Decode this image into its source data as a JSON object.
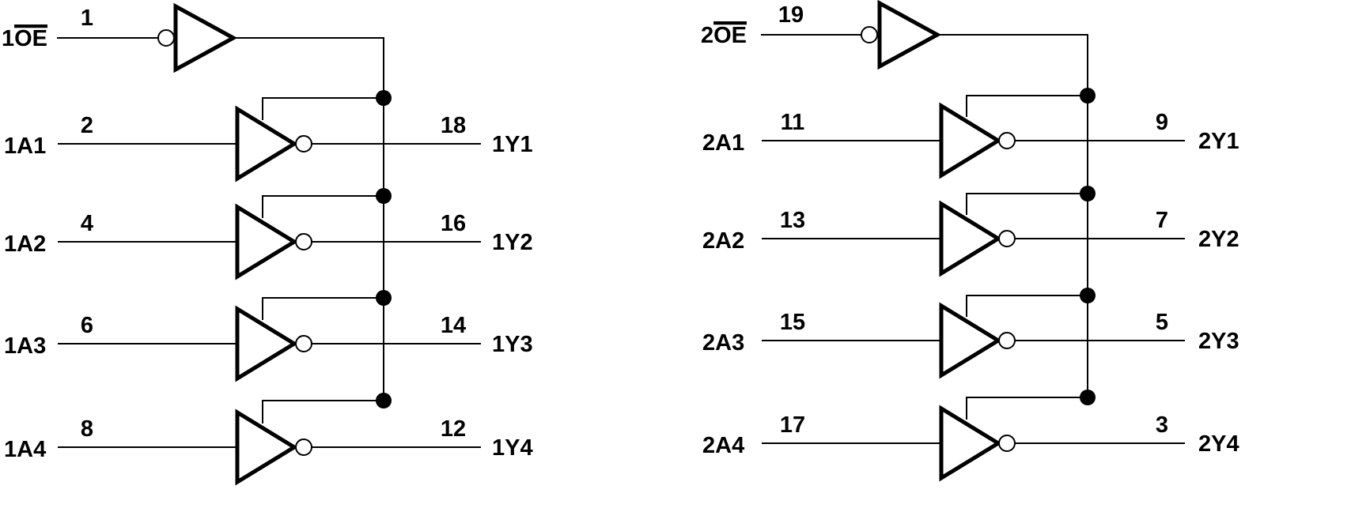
{
  "groups": [
    {
      "oe": {
        "prefix": "1",
        "name": "OE",
        "pin": "1"
      },
      "channels": [
        {
          "in": "1A1",
          "in_pin": "2",
          "out": "1Y1",
          "out_pin": "18"
        },
        {
          "in": "1A2",
          "in_pin": "4",
          "out": "1Y2",
          "out_pin": "16"
        },
        {
          "in": "1A3",
          "in_pin": "6",
          "out": "1Y3",
          "out_pin": "14"
        },
        {
          "in": "1A4",
          "in_pin": "8",
          "out": "1Y4",
          "out_pin": "12"
        }
      ]
    },
    {
      "oe": {
        "prefix": "2",
        "name": "OE",
        "pin": "19"
      },
      "channels": [
        {
          "in": "2A1",
          "in_pin": "11",
          "out": "2Y1",
          "out_pin": "9"
        },
        {
          "in": "2A2",
          "in_pin": "13",
          "out": "2Y2",
          "out_pin": "7"
        },
        {
          "in": "2A3",
          "in_pin": "15",
          "out": "2Y3",
          "out_pin": "5"
        },
        {
          "in": "2A4",
          "in_pin": "17",
          "out": "2Y4",
          "out_pin": "3"
        }
      ]
    }
  ]
}
